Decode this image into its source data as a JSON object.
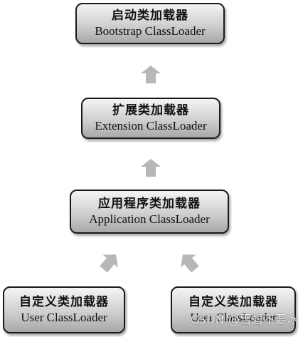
{
  "nodes": {
    "bootstrap": {
      "cn": "启动类加载器",
      "en": "Bootstrap ClassLoader"
    },
    "extension": {
      "cn": "扩展类加载器",
      "en": "Extension ClassLoader"
    },
    "application": {
      "cn": "应用程序类加载器",
      "en": "Application ClassLoader"
    },
    "user1": {
      "cn": "自定义类加载器",
      "en": "User ClassLoader"
    },
    "user2": {
      "cn": "自定义类加载器",
      "en": "User ClassLoader"
    }
  },
  "watermark": "CSDN @雪碧不要冰",
  "colors": {
    "arrow": "#b7b7b7",
    "border": "#1a1a1a"
  }
}
